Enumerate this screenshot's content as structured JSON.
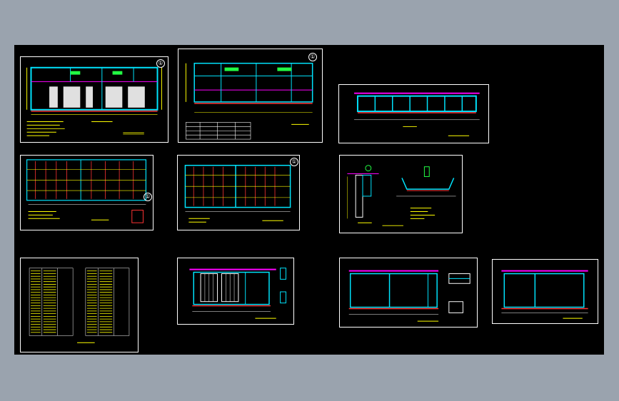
{
  "page": {
    "background": "#9aa3ae",
    "canvas_background": "#000000"
  },
  "colors": {
    "cyan": "#00e5ff",
    "magenta": "#ff00ff",
    "yellow": "#ffff00",
    "red": "#ff3333",
    "green": "#22ff44",
    "white": "#ffffff",
    "orange": "#ff9900",
    "blue": "#3399ff"
  },
  "sheets": [
    {
      "id": "plan-1",
      "marker": "①",
      "kind": "plan"
    },
    {
      "id": "plan-2",
      "marker": "①",
      "kind": "plan-table"
    },
    {
      "id": "section-long",
      "marker": "",
      "kind": "section"
    },
    {
      "id": "rebar-plan-1",
      "marker": "①",
      "kind": "rebar"
    },
    {
      "id": "rebar-plan-2",
      "marker": "①",
      "kind": "rebar"
    },
    {
      "id": "details",
      "marker": "",
      "kind": "detail"
    },
    {
      "id": "schedule-table",
      "marker": "",
      "kind": "table"
    },
    {
      "id": "elevation-1",
      "marker": "",
      "kind": "elevation"
    },
    {
      "id": "elevation-2",
      "marker": "",
      "kind": "elevation"
    },
    {
      "id": "elevation-3",
      "marker": "",
      "kind": "elevation"
    }
  ]
}
